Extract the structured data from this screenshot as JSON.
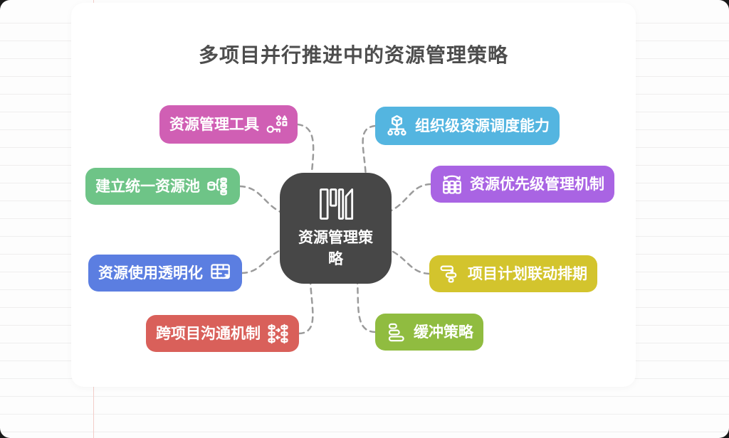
{
  "title": "多项目并行推进中的资源管理策略",
  "center_node": {
    "label": "资源管理策略",
    "color": "#474747",
    "icon": "bookshelf-icon"
  },
  "nodes": [
    {
      "label": "资源管理工具",
      "color": "#d05fb4",
      "icon": "key-shapes-icon",
      "side": "left"
    },
    {
      "label": "建立统一资源池",
      "color": "#6ec487",
      "icon": "database-pool-icon",
      "side": "left"
    },
    {
      "label": "资源使用透明化",
      "color": "#5b7ee1",
      "icon": "table-export-icon",
      "side": "left"
    },
    {
      "label": "跨项目沟通机制",
      "color": "#d9605a",
      "icon": "exchange-lists-icon",
      "side": "left"
    },
    {
      "label": "组织级资源调度能力",
      "color": "#54b5e0",
      "icon": "cube-hierarchy-icon",
      "side": "right"
    },
    {
      "label": "资源优先级管理机制",
      "color": "#a964e3",
      "icon": "priority-columns-icon",
      "side": "right"
    },
    {
      "label": "项目计划联动排期",
      "color": "#d3c42d",
      "icon": "gantt-link-icon",
      "side": "right"
    },
    {
      "label": "缓冲策略",
      "color": "#90bc40",
      "icon": "stacked-bars-icon",
      "side": "right"
    }
  ],
  "connectors": {
    "color": "#9b9b9b",
    "style": "dashed"
  },
  "background": {
    "card_color": "#ffffff",
    "paper_line_color": "#efeeee",
    "margin_line_color": "#f3cdc9"
  }
}
